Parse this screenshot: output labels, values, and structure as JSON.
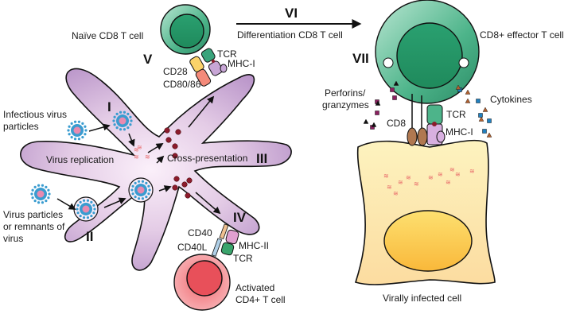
{
  "figure": {
    "roman_numerals": {
      "I": "I",
      "II": "II",
      "III": "III",
      "IV": "IV",
      "V": "V",
      "VI": "VI",
      "VII": "VII"
    },
    "labels": {
      "naive_cd8": "Naïve CD8 T cell",
      "differentiation": "Differentiation CD8 T cell",
      "effector": "CD8+ effector T cell",
      "tcr_top": "TCR",
      "mhc1_top": "MHC-I",
      "cd28": "CD28",
      "cd80_86": "CD80/86",
      "infectious_1": "Infectious virus",
      "infectious_2": "particles",
      "virus_replication": "Virus replication",
      "cross_presentation": "Cross-presentation",
      "remnants_1": "Virus particles",
      "remnants_2": "or remnants of",
      "remnants_3": "virus",
      "cd40": "CD40",
      "cd40l": "CD40L",
      "mhc2": "MHC-II",
      "tcr_cd4": "TCR",
      "activated_1": "Activated",
      "activated_2": "CD4+ T cell",
      "perforins_1": "Perforins/",
      "perforins_2": "granzymes",
      "cytokines": "Cytokines",
      "cd8": "CD8",
      "tcr_right": "TCR",
      "mhc1_right": "MHC-I",
      "virally_infected": "Virally infected cell"
    },
    "colors": {
      "dendritic": "#c8a6d6",
      "dendritic_light": "#f2e4f2",
      "tcell_green": "#3aa47c",
      "tcell_green_light": "#a8dcc4",
      "cd4_red": "#e8505a",
      "cd4_light": "#f59aa0",
      "infected_cell": "#fdeeb0",
      "nucleus": "#fbc84a",
      "virus_blue": "#3a9cd0",
      "virus_pink": "#e88ab0",
      "peptide": "#8c1c2c",
      "rna": "#e86a6a"
    }
  }
}
